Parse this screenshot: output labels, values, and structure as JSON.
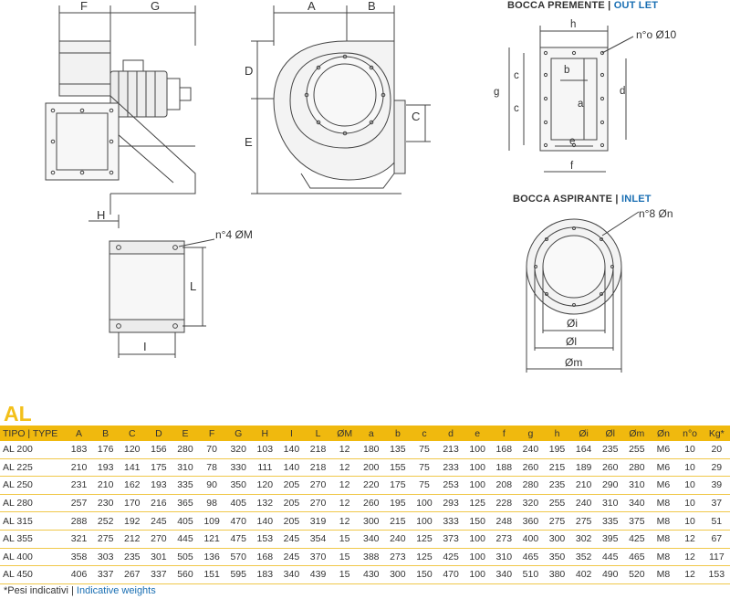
{
  "headings": {
    "outlet_it": "BOCCA PREMENTE",
    "outlet_sep": " | ",
    "outlet_en": "OUT LET",
    "inlet_it": "BOCCA ASPIRANTE",
    "inlet_sep": " | ",
    "inlet_en": "INLET"
  },
  "dim_labels": {
    "F": "F",
    "G": "G",
    "A": "A",
    "B": "B",
    "D": "D",
    "E": "E",
    "C": "C",
    "H": "H",
    "L": "L",
    "I": "I",
    "nM": "n°4 ØM",
    "h": "h",
    "b": "b",
    "c1": "c",
    "c2": "c",
    "g": "g",
    "a": "a",
    "d": "d",
    "e": "e",
    "f": "f",
    "n10": "n°o Ø10",
    "n8": "n°8 Øn",
    "Oi": "Øi",
    "Ol": "Øl",
    "Om": "Øm"
  },
  "series_title": "AL",
  "table": {
    "tipo_it": "TIPO",
    "tipo_sep": " | ",
    "tipo_en": "TYPE",
    "columns": [
      "A",
      "B",
      "C",
      "D",
      "E",
      "F",
      "G",
      "H",
      "I",
      "L",
      "ØM",
      "a",
      "b",
      "c",
      "d",
      "e",
      "f",
      "g",
      "h",
      "Øi",
      "Øl",
      "Øm",
      "Øn",
      "n°o",
      "Kg*"
    ],
    "rows": [
      {
        "type": "AL 200",
        "values": [
          "183",
          "176",
          "120",
          "156",
          "280",
          "70",
          "320",
          "103",
          "140",
          "218",
          "12",
          "180",
          "135",
          "75",
          "213",
          "100",
          "168",
          "240",
          "195",
          "164",
          "235",
          "255",
          "M6",
          "10",
          "20"
        ]
      },
      {
        "type": "AL 225",
        "values": [
          "210",
          "193",
          "141",
          "175",
          "310",
          "78",
          "330",
          "111",
          "140",
          "218",
          "12",
          "200",
          "155",
          "75",
          "233",
          "100",
          "188",
          "260",
          "215",
          "189",
          "260",
          "280",
          "M6",
          "10",
          "29"
        ]
      },
      {
        "type": "AL 250",
        "values": [
          "231",
          "210",
          "162",
          "193",
          "335",
          "90",
          "350",
          "120",
          "205",
          "270",
          "12",
          "220",
          "175",
          "75",
          "253",
          "100",
          "208",
          "280",
          "235",
          "210",
          "290",
          "310",
          "M6",
          "10",
          "39"
        ]
      },
      {
        "type": "AL 280",
        "values": [
          "257",
          "230",
          "170",
          "216",
          "365",
          "98",
          "405",
          "132",
          "205",
          "270",
          "12",
          "260",
          "195",
          "100",
          "293",
          "125",
          "228",
          "320",
          "255",
          "240",
          "310",
          "340",
          "M8",
          "10",
          "37"
        ]
      },
      {
        "type": "AL 315",
        "values": [
          "288",
          "252",
          "192",
          "245",
          "405",
          "109",
          "470",
          "140",
          "205",
          "319",
          "12",
          "300",
          "215",
          "100",
          "333",
          "150",
          "248",
          "360",
          "275",
          "275",
          "335",
          "375",
          "M8",
          "10",
          "51"
        ]
      },
      {
        "type": "AL 355",
        "values": [
          "321",
          "275",
          "212",
          "270",
          "445",
          "121",
          "475",
          "153",
          "245",
          "354",
          "15",
          "340",
          "240",
          "125",
          "373",
          "100",
          "273",
          "400",
          "300",
          "302",
          "395",
          "425",
          "M8",
          "12",
          "67"
        ]
      },
      {
        "type": "AL 400",
        "values": [
          "358",
          "303",
          "235",
          "301",
          "505",
          "136",
          "570",
          "168",
          "245",
          "370",
          "15",
          "388",
          "273",
          "125",
          "425",
          "100",
          "310",
          "465",
          "350",
          "352",
          "445",
          "465",
          "M8",
          "12",
          "117"
        ]
      },
      {
        "type": "AL 450",
        "values": [
          "406",
          "337",
          "267",
          "337",
          "560",
          "151",
          "595",
          "183",
          "340",
          "439",
          "15",
          "430",
          "300",
          "150",
          "470",
          "100",
          "340",
          "510",
          "380",
          "402",
          "490",
          "520",
          "M8",
          "12",
          "153"
        ]
      }
    ]
  },
  "footnote": {
    "it": "*Pesi indicativi",
    "sep": " | ",
    "en": "Indicative weights"
  }
}
